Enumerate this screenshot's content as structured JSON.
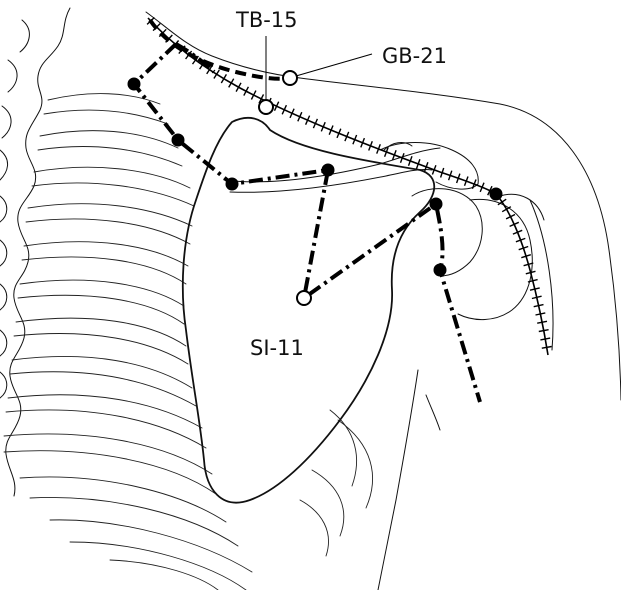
{
  "labels": {
    "tb15": "TB-15",
    "gb21": "GB-21",
    "si11": "SI-11"
  },
  "colors": {
    "ink": "#000000",
    "background": "#ffffff"
  }
}
